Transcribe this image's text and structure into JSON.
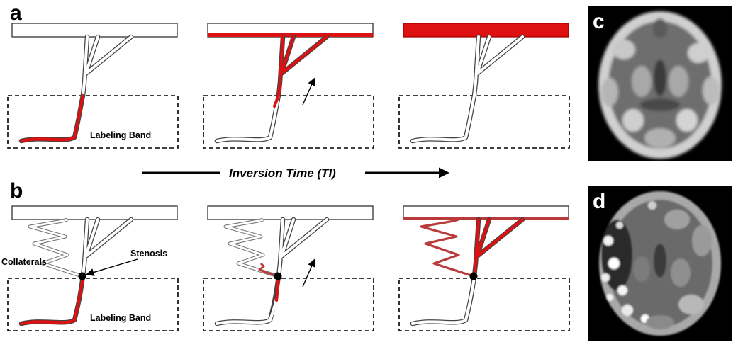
{
  "panels": {
    "a": "a",
    "b": "b",
    "c": "c",
    "d": "d"
  },
  "labels": {
    "labeling_band_a": "Labeling Band",
    "labeling_band_b": "Labeling Band",
    "stenosis": "Stenosis",
    "collaterals": "Collaterals",
    "time_axis": "Inversion Time (TI)"
  },
  "colors": {
    "labeled_blood": "#dd1111",
    "collateral_blood": "#b83a3a",
    "unlabeled_vessel": "#ffffff",
    "outline": "#444444",
    "mri_background": "#000000"
  }
}
